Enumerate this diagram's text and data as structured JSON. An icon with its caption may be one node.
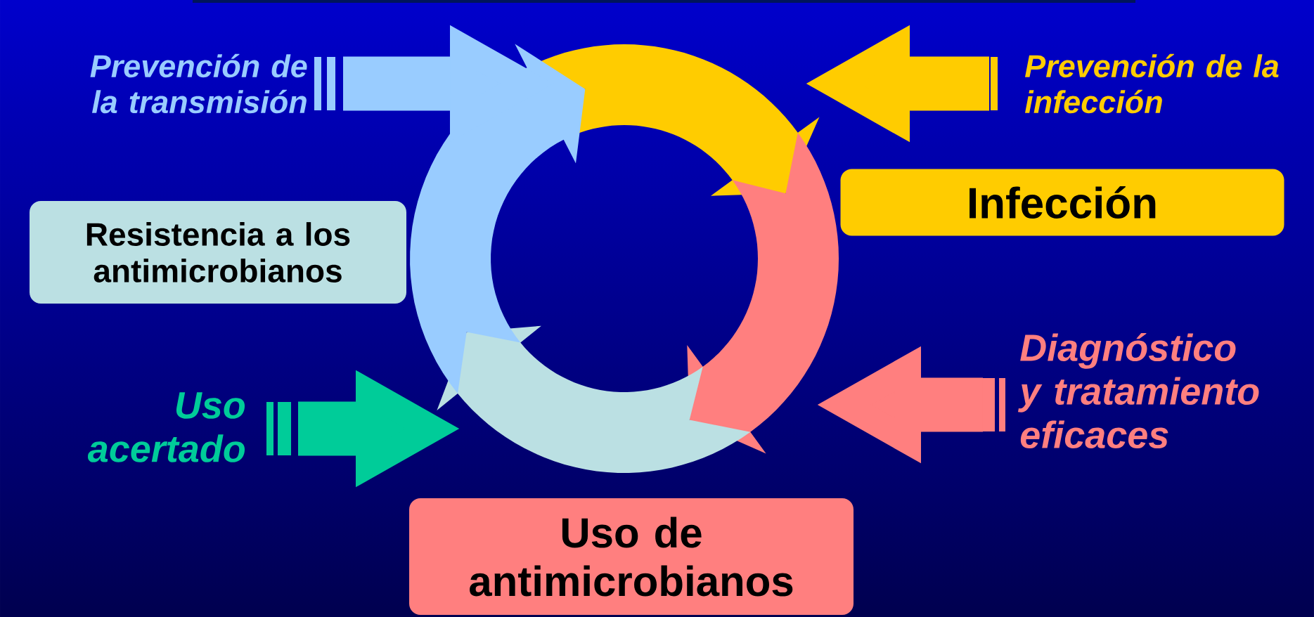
{
  "diagram": {
    "nodes": [
      {
        "text": [
          "Prevención de la transmisión"
        ]
      },
      {
        "text": [
          "Prevención de la infección"
        ]
      },
      {
        "text": [
          "Infección"
        ]
      },
      {
        "text": [
          "Resistencia a los antimicrobianos"
        ]
      },
      {
        "text": [
          "Diagnóstico y tratamiento eficaces"
        ]
      },
      {
        "text": [
          "Uso acertado"
        ]
      },
      {
        "text": [
          "Uso de antimicrobianos"
        ]
      }
    ],
    "edges": [
      {
        "from": 0,
        "to": null,
        "arrow": "to",
        "color": "#99ccff"
      },
      {
        "from": 1,
        "to": null,
        "arrow": "to",
        "color": "#ffcc00"
      },
      {
        "from": 4,
        "to": null,
        "arrow": "to",
        "color": "#ff7f7f"
      },
      {
        "from": 5,
        "to": null,
        "arrow": "to",
        "color": "#00cc99"
      }
    ]
  }
}
